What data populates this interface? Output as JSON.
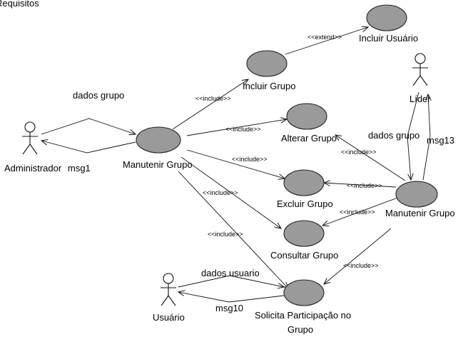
{
  "header": {
    "partial_title": "Requisitos"
  },
  "actors": {
    "administrador": "Administrador",
    "lider": "Líder",
    "usuario": "Usuário"
  },
  "use_cases": {
    "incluir_usuario": "Incluir Usuário",
    "incluir_grupo": "Incluir Grupo",
    "alterar_grupo": "Alterar Grupo",
    "manutenir_grupo_left": "Manutenir Grupo",
    "excluir_grupo": "Excluir Grupo",
    "consultar_grupo": "Consultar Grupo",
    "manutenir_grupo_right": "Manutenir Grupo",
    "solicita_line1": "Solicita Participação no",
    "solicita_line2": "Grupo"
  },
  "messages": {
    "dados_grupo_admin": "dados grupo",
    "msg1": "msg1",
    "dados_grupo_lider": "dados grupo",
    "msg13": "msg13",
    "dados_usuario": "dados usuario",
    "msg10": "msg10"
  },
  "stereotypes": {
    "extend": "<<extend>>",
    "include": "<<include>>"
  },
  "colors": {
    "use_case_fill": "#9a9a9a",
    "line": "#111111"
  }
}
